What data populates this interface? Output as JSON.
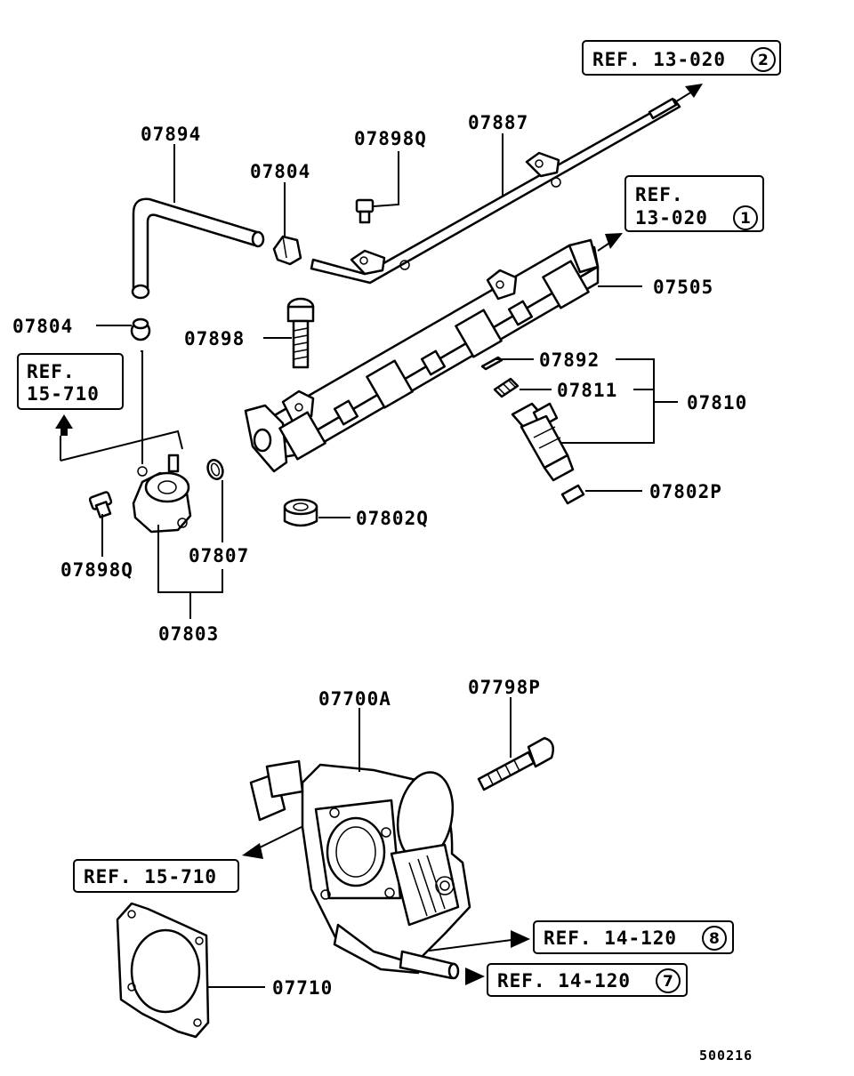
{
  "parts": {
    "p07894": "07894",
    "p07804_top": "07804",
    "p07898q_top": "07898Q",
    "p07887": "07887",
    "p07804_left": "07804",
    "p07898": "07898",
    "p07505": "07505",
    "p07892": "07892",
    "p07811": "07811",
    "p07810": "07810",
    "p07802p": "07802P",
    "p07802q": "07802Q",
    "p07807": "07807",
    "p07898q_bottom": "07898Q",
    "p07803": "07803",
    "p07700a": "07700A",
    "p07798p": "07798P",
    "p07710": "07710"
  },
  "refs": {
    "r1": {
      "text": "REF. 13-020",
      "num": "2"
    },
    "r2": {
      "line1": "REF.",
      "line2": "13-020",
      "num": "1"
    },
    "r3": {
      "line1": "REF.",
      "line2": "15-710"
    },
    "r4": {
      "text": "REF. 15-710"
    },
    "r5": {
      "text": "REF. 14-120",
      "num": "8"
    },
    "r6": {
      "text": "REF. 14-120",
      "num": "7"
    }
  },
  "footer": {
    "code": "500216"
  }
}
